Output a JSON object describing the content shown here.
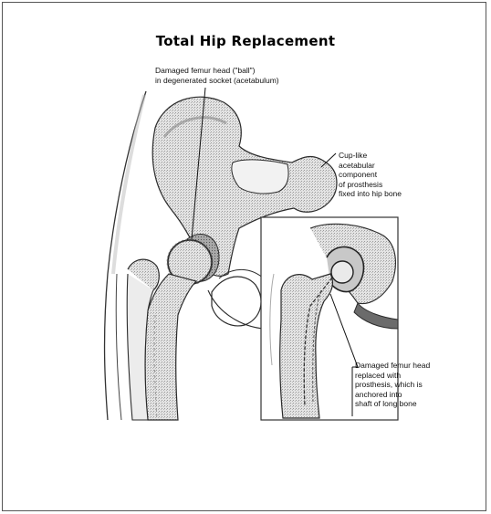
{
  "title": "Total Hip Replacement",
  "labels": {
    "femur_head": [
      "Damaged femur head (\"ball\")",
      "in degenerated socket (acetabulum)"
    ],
    "cup": [
      "Cup-like",
      "acetabular",
      "component",
      "of prosthesis",
      "fixed into hip bone"
    ],
    "replaced": [
      "Damaged femur head",
      "replaced with",
      "prosthesis, which is",
      "anchored into",
      "shaft of long bone"
    ]
  },
  "colors": {
    "bone_fill": "#d9d9d9",
    "bone_stroke": "#2b2b2b",
    "dark_shade": "#7a7a7a",
    "background": "#ffffff"
  }
}
